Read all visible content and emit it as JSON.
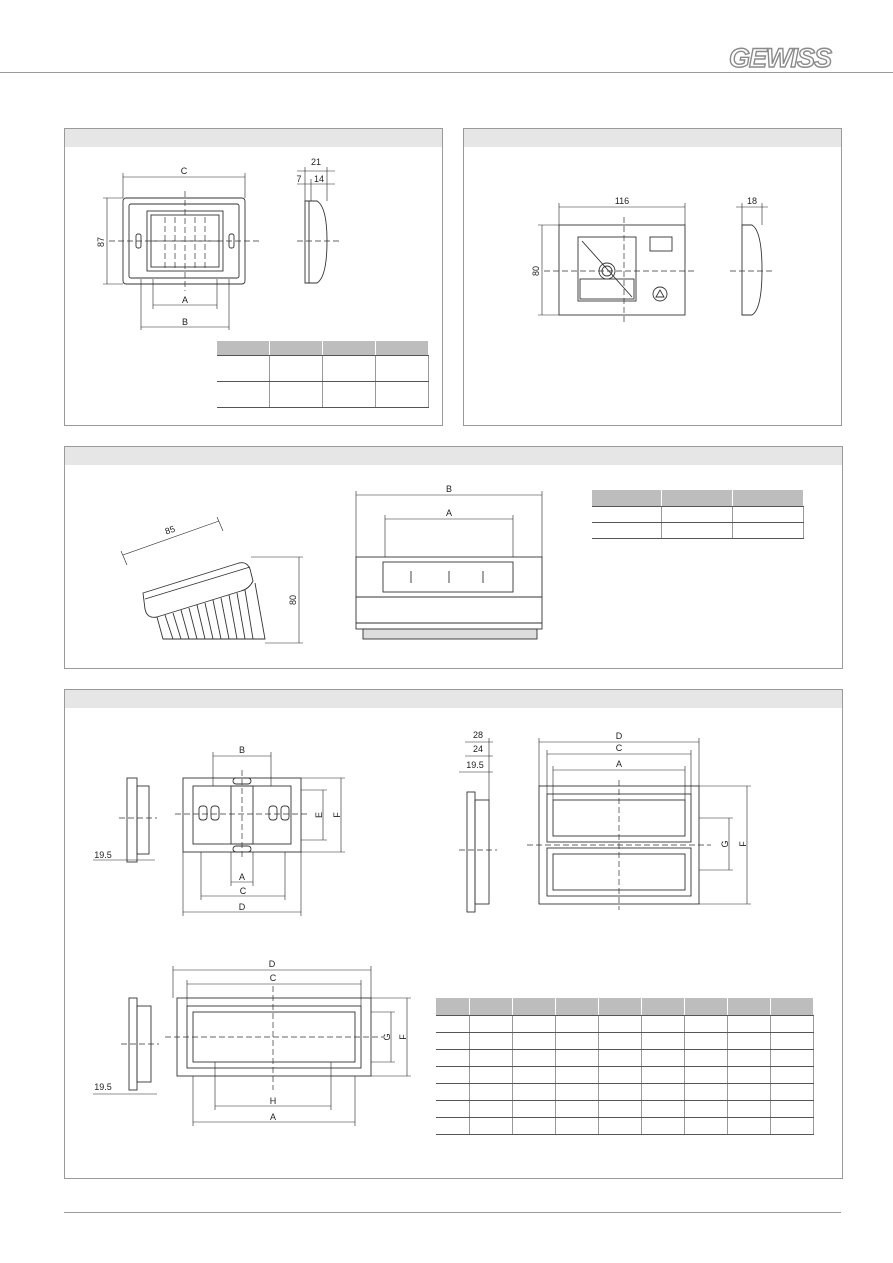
{
  "brand": {
    "logo_text": "GEWISS"
  },
  "panels": {
    "p1": {
      "dims": {
        "c": "C",
        "h87": "87",
        "a": "A",
        "b": "B",
        "d21": "21",
        "d7": "7",
        "d14": "14"
      }
    },
    "p2": {
      "dims": {
        "w116": "116",
        "d18": "18",
        "h80": "80"
      }
    },
    "p3": {
      "dims": {
        "d85": "85",
        "h80": "80",
        "b": "B",
        "a": "A"
      }
    },
    "p4": {
      "dims": {
        "b": "B",
        "e": "E",
        "f": "F",
        "a": "A",
        "c": "C",
        "d": "D",
        "d195": "19.5",
        "d28": "28",
        "d24": "24",
        "d195b": "19.5",
        "g": "G",
        "d195c": "19.5",
        "h": "H"
      }
    }
  }
}
